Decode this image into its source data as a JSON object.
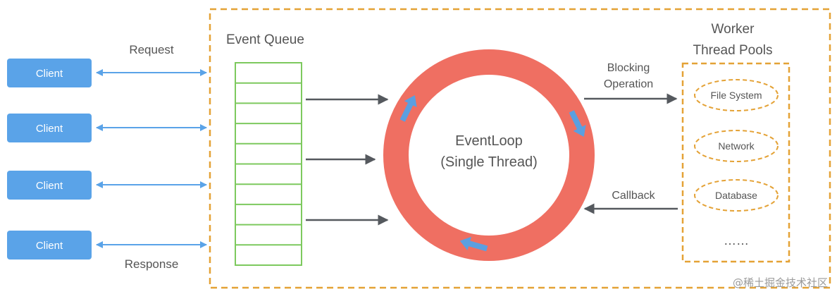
{
  "labels": {
    "request": "Request",
    "response": "Response",
    "event_queue": "Event Queue",
    "worker_title_line1": "Worker",
    "worker_title_line2": "Thread Pools",
    "blocking_line1": "Blocking",
    "blocking_line2": "Operation",
    "callback": "Callback",
    "event_loop_line1": "EventLoop",
    "event_loop_line2": "(Single Thread)"
  },
  "clients": [
    "Client",
    "Client",
    "Client",
    "Client"
  ],
  "queue": {
    "slot_count": 10
  },
  "thread_pool": {
    "items": [
      "File System",
      "Network",
      "Database"
    ],
    "more": "……"
  },
  "watermark": "@稀土掘金技术社区",
  "colors": {
    "client_fill": "#5aa3e8",
    "client_arrow": "#5aa3e8",
    "queue_border": "#7dc95e",
    "ring": "#ef6f62",
    "ring_arrow": "#5b9fe0",
    "dashed_border": "#e4a236",
    "dark_arrow": "#55595e"
  }
}
